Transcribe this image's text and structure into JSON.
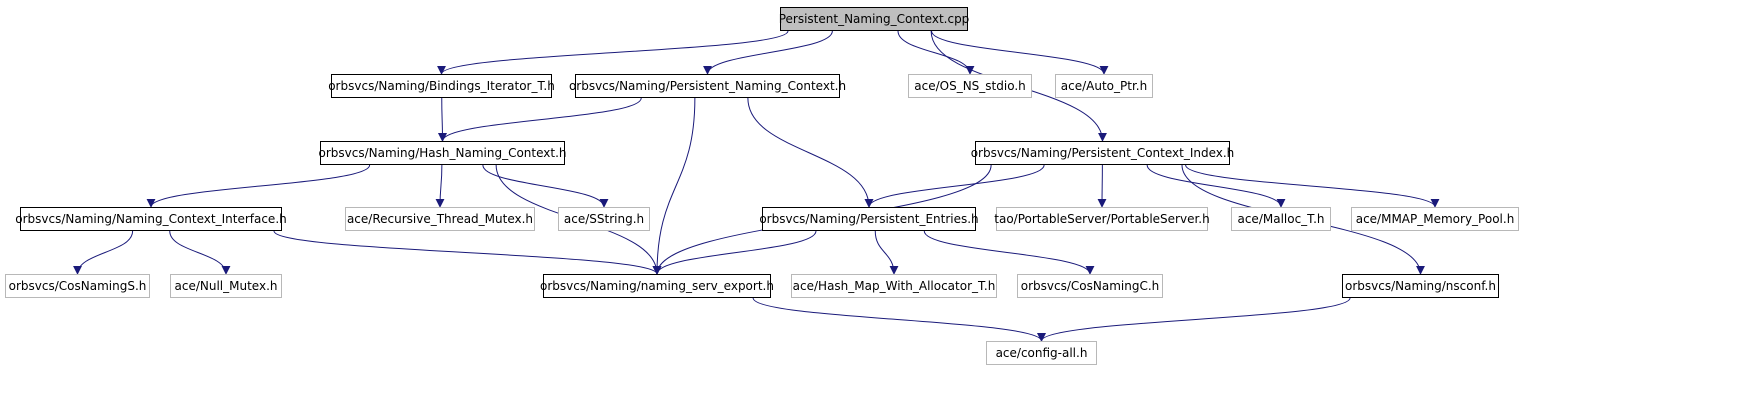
{
  "graph": {
    "nodes": [
      {
        "id": "n0",
        "label": "Persistent_Naming_Context.cpp",
        "kind": "root"
      },
      {
        "id": "n1",
        "label": "orbsvcs/Naming/Bindings_Iterator_T.h",
        "kind": "documented"
      },
      {
        "id": "n2",
        "label": "orbsvcs/Naming/Persistent_Naming_Context.h",
        "kind": "documented"
      },
      {
        "id": "n3",
        "label": "ace/OS_NS_stdio.h",
        "kind": "external"
      },
      {
        "id": "n4",
        "label": "ace/Auto_Ptr.h",
        "kind": "external"
      },
      {
        "id": "n5",
        "label": "orbsvcs/Naming/Hash_Naming_Context.h",
        "kind": "documented"
      },
      {
        "id": "n6",
        "label": "orbsvcs/Naming/Persistent_Context_Index.h",
        "kind": "documented"
      },
      {
        "id": "n7",
        "label": "orbsvcs/Naming/Naming_Context_Interface.h",
        "kind": "documented"
      },
      {
        "id": "n8",
        "label": "ace/Recursive_Thread_Mutex.h",
        "kind": "external"
      },
      {
        "id": "n9",
        "label": "ace/SString.h",
        "kind": "external"
      },
      {
        "id": "n10",
        "label": "orbsvcs/Naming/Persistent_Entries.h",
        "kind": "documented"
      },
      {
        "id": "n11",
        "label": "tao/PortableServer/PortableServer.h",
        "kind": "external"
      },
      {
        "id": "n12",
        "label": "ace/Malloc_T.h",
        "kind": "external"
      },
      {
        "id": "n13",
        "label": "ace/MMAP_Memory_Pool.h",
        "kind": "external"
      },
      {
        "id": "n14",
        "label": "orbsvcs/CosNamingS.h",
        "kind": "external"
      },
      {
        "id": "n15",
        "label": "ace/Null_Mutex.h",
        "kind": "external"
      },
      {
        "id": "n16",
        "label": "orbsvcs/Naming/naming_serv_export.h",
        "kind": "documented"
      },
      {
        "id": "n17",
        "label": "ace/Hash_Map_With_Allocator_T.h",
        "kind": "external"
      },
      {
        "id": "n18",
        "label": "orbsvcs/CosNamingC.h",
        "kind": "external"
      },
      {
        "id": "n19",
        "label": "orbsvcs/Naming/nsconf.h",
        "kind": "documented"
      },
      {
        "id": "n20",
        "label": "ace/config-all.h",
        "kind": "external"
      }
    ],
    "edges": [
      {
        "from": "n0",
        "to": "n1"
      },
      {
        "from": "n0",
        "to": "n2"
      },
      {
        "from": "n0",
        "to": "n3"
      },
      {
        "from": "n0",
        "to": "n4"
      },
      {
        "from": "n0",
        "to": "n6"
      },
      {
        "from": "n1",
        "to": "n5"
      },
      {
        "from": "n2",
        "to": "n5"
      },
      {
        "from": "n2",
        "to": "n16"
      },
      {
        "from": "n2",
        "to": "n10"
      },
      {
        "from": "n5",
        "to": "n7"
      },
      {
        "from": "n5",
        "to": "n8"
      },
      {
        "from": "n5",
        "to": "n9"
      },
      {
        "from": "n5",
        "to": "n16"
      },
      {
        "from": "n7",
        "to": "n14"
      },
      {
        "from": "n7",
        "to": "n15"
      },
      {
        "from": "n7",
        "to": "n16"
      },
      {
        "from": "n6",
        "to": "n10"
      },
      {
        "from": "n6",
        "to": "n11"
      },
      {
        "from": "n6",
        "to": "n12"
      },
      {
        "from": "n6",
        "to": "n13"
      },
      {
        "from": "n6",
        "to": "n16"
      },
      {
        "from": "n6",
        "to": "n19"
      },
      {
        "from": "n10",
        "to": "n16"
      },
      {
        "from": "n10",
        "to": "n17"
      },
      {
        "from": "n10",
        "to": "n18"
      },
      {
        "from": "n16",
        "to": "n20"
      },
      {
        "from": "n19",
        "to": "n20"
      }
    ]
  },
  "colors": {
    "edge": "#1a1a7a",
    "external_border": "#b8b8b8",
    "root_fill": "#bfbfbf",
    "documented_border": "#000000"
  }
}
